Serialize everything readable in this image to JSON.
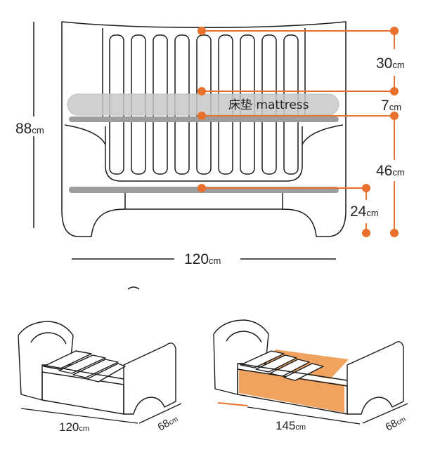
{
  "colors": {
    "accent": "#e8702a",
    "outline": "#1a1a1a",
    "mattress": "#bdbdbd",
    "base_panel": "#9e9e9e",
    "dim_line": "#1a1a1a"
  },
  "crib": {
    "height": {
      "value": "88",
      "unit": "cm"
    },
    "width": {
      "value": "120",
      "unit": "cm"
    },
    "mattress_label": "床垫 mattress",
    "measurements": [
      {
        "value": "30",
        "unit": "cm"
      },
      {
        "value": "7",
        "unit": "cm"
      },
      {
        "value": "46",
        "unit": "cm"
      },
      {
        "value": "24",
        "unit": "cm"
      }
    ]
  },
  "junior_bed": {
    "length": {
      "value": "120",
      "unit": "cm"
    },
    "depth": {
      "value": "68",
      "unit": "cm"
    }
  },
  "extended_bed": {
    "length": {
      "value": "145",
      "unit": "cm"
    },
    "depth": {
      "value": "68",
      "unit": "cm"
    }
  }
}
